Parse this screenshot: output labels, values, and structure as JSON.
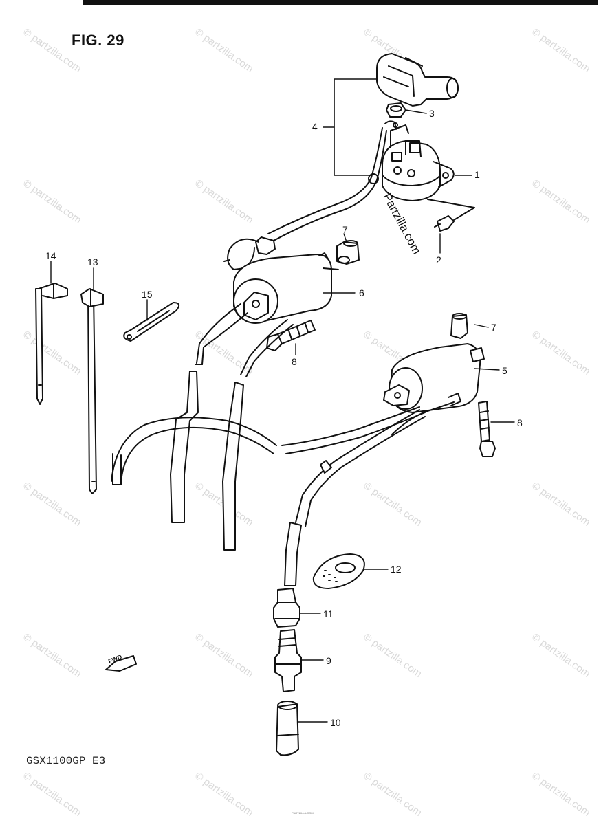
{
  "figure": {
    "title": "FIG. 29",
    "model": "GSX1100GP  E3",
    "watermark": "© partzilla.com",
    "stamp": "Partzilla.com",
    "fwd_label": "FWD",
    "footer": "PARTZILLA.COM"
  },
  "callouts": {
    "c1": "1",
    "c2": "2",
    "c3": "3",
    "c4": "4",
    "c5": "5",
    "c6": "6",
    "c7a": "7",
    "c7b": "7",
    "c8a": "8",
    "c8b": "8",
    "c9": "9",
    "c10": "10",
    "c11": "11",
    "c12": "12",
    "c13": "13",
    "c14": "14",
    "c15": "15"
  }
}
